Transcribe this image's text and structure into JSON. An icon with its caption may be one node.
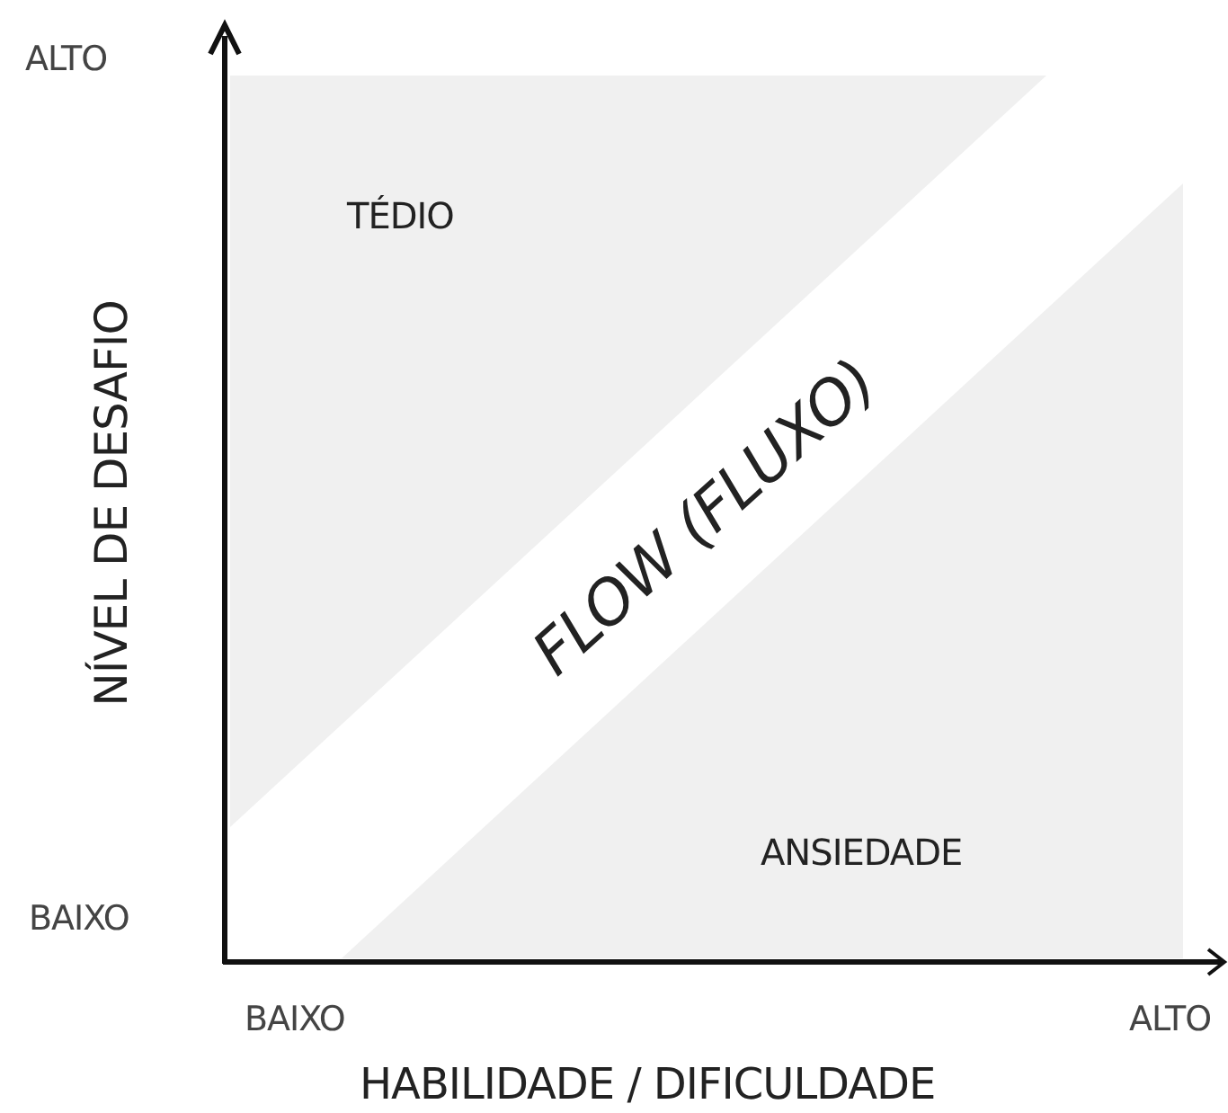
{
  "diagram": {
    "nodes": [
      {
        "text": [
          "TÉDIO"
        ]
      },
      {
        "text": [
          "ANSIEDADE"
        ]
      }
    ],
    "labels": [
      "ALTO",
      "NÍVEL DE DESAFIO",
      "FLOW (FLUXO)",
      "BAIXO",
      "BAIXO",
      "ALTO",
      "HABILIDADE / DIFICULDADE"
    ]
  }
}
